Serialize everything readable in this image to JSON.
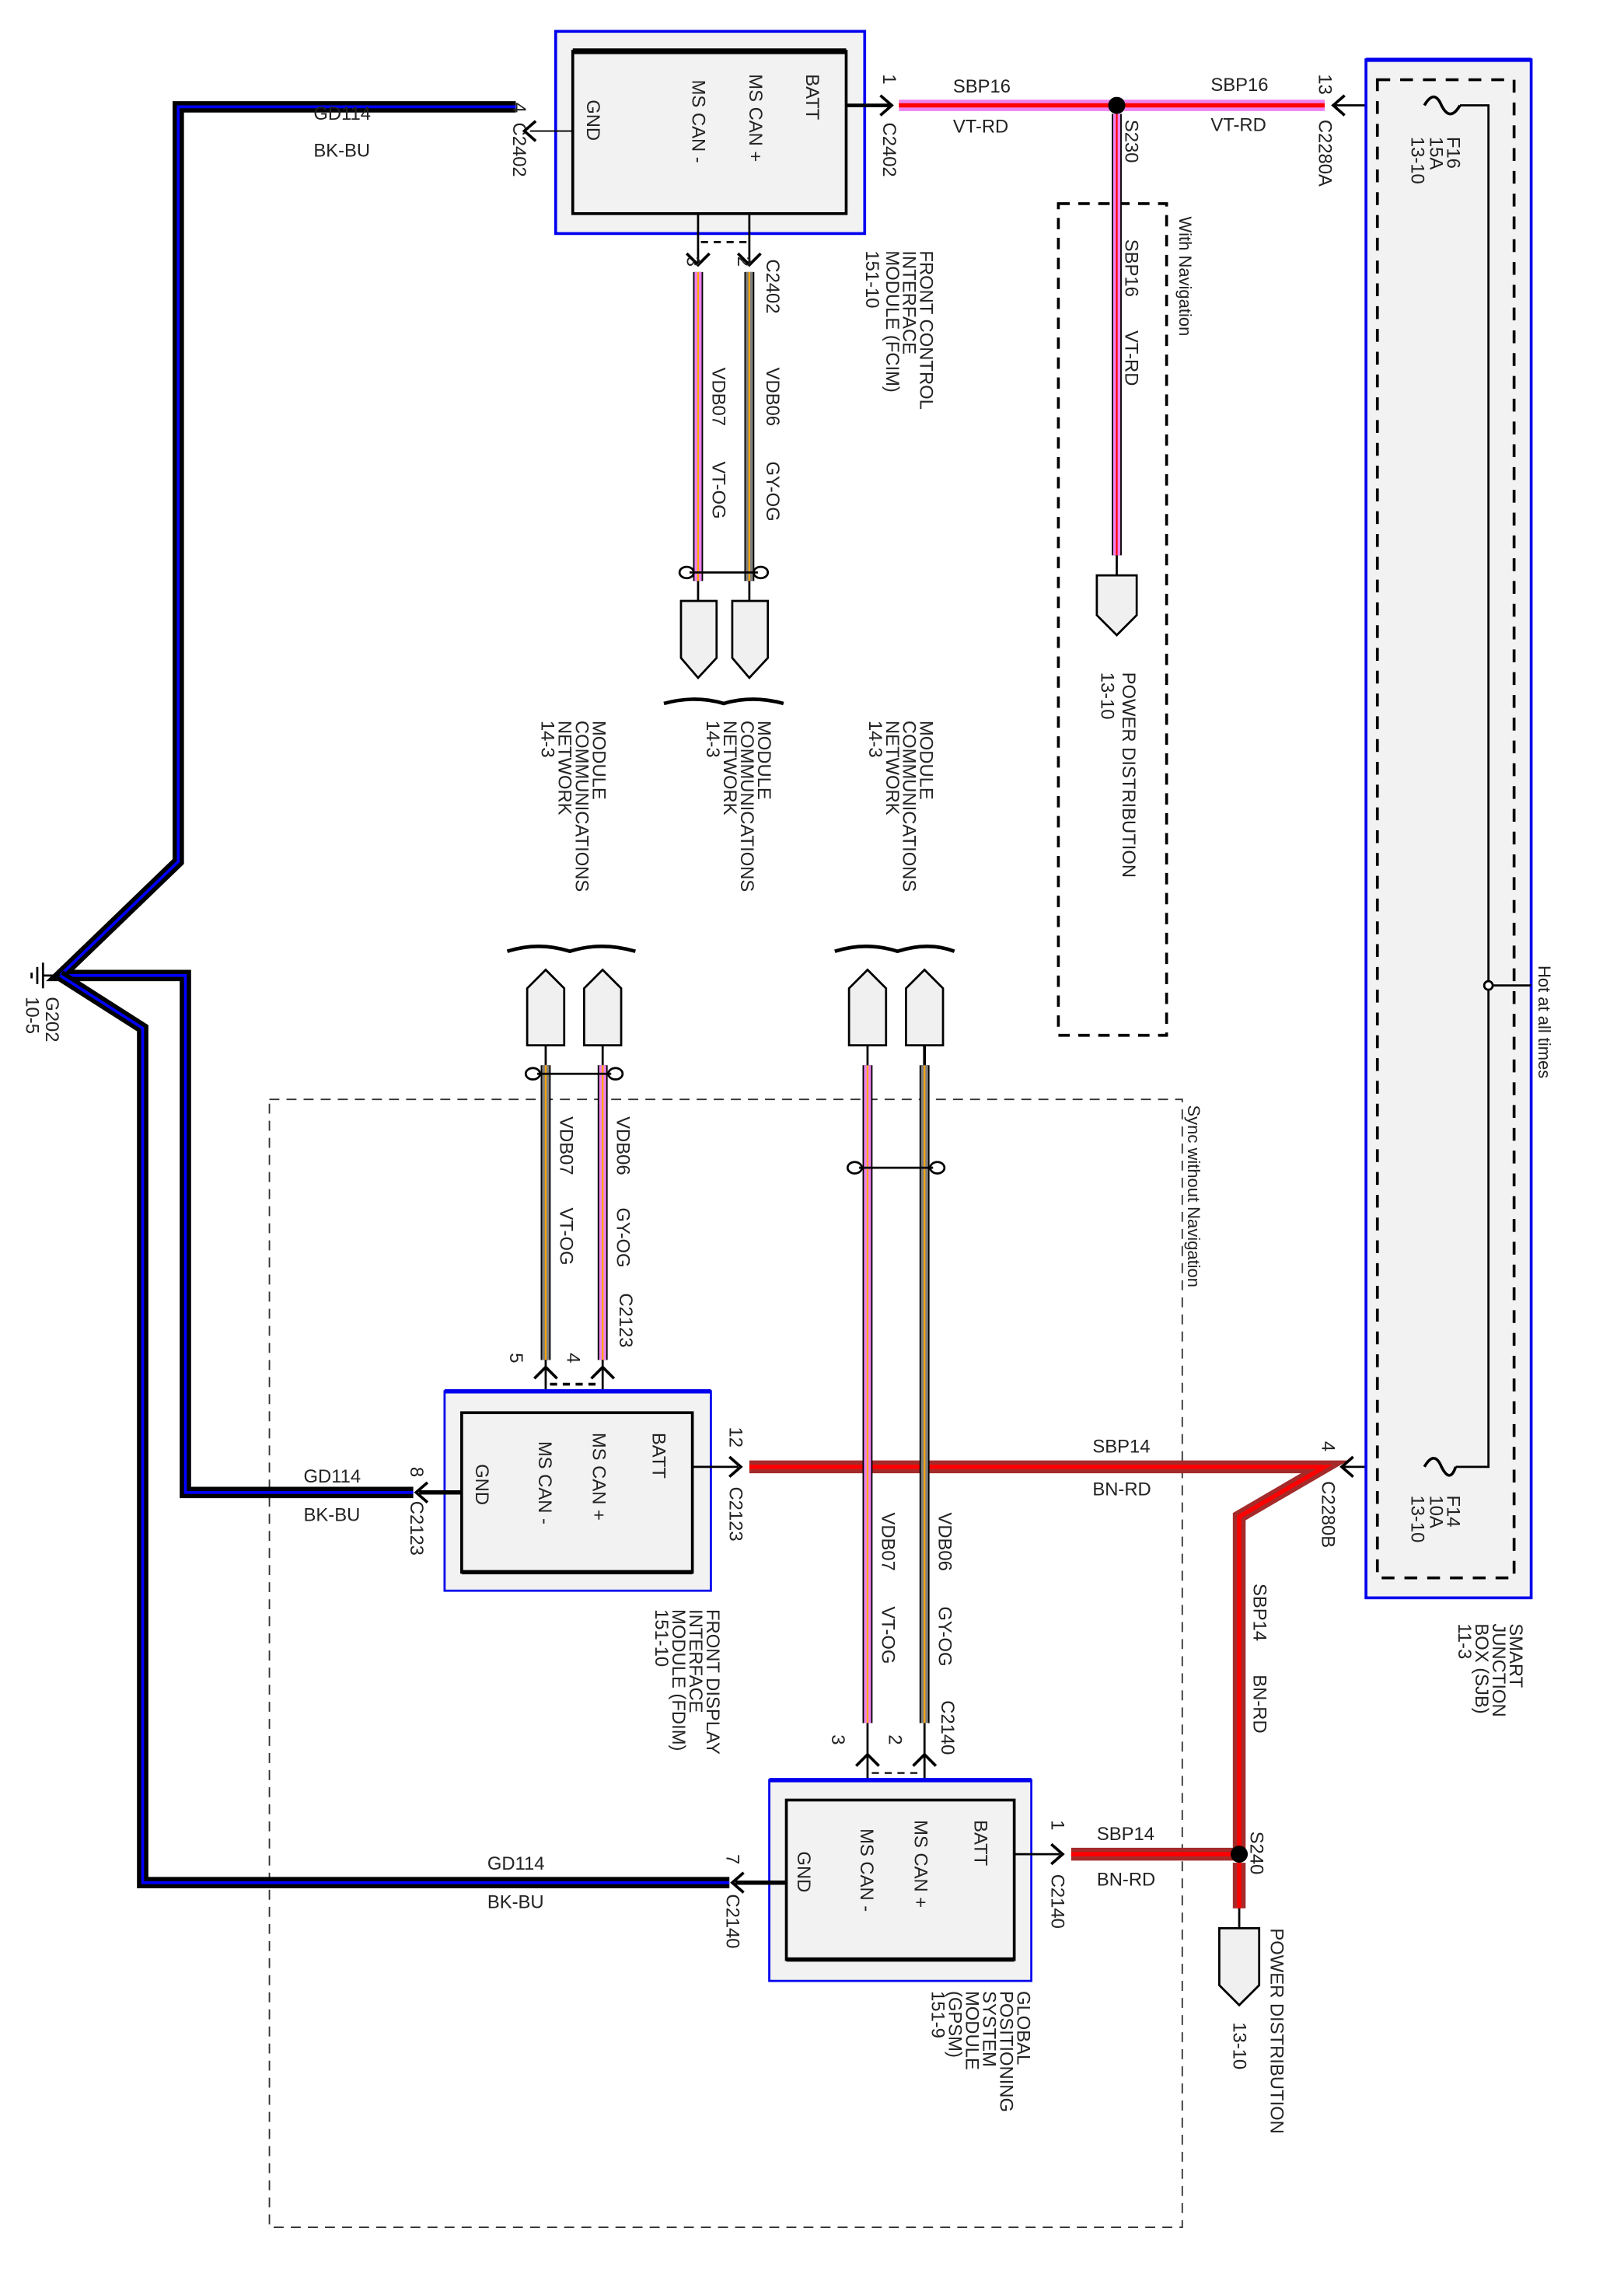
{
  "colors": {
    "module_border": "#0000ee",
    "module_fill": "#f2f2f2",
    "vt": "#ee82ee",
    "rd": "#ff0000",
    "bn": "#a52a2a",
    "gy": "#808080",
    "og": "#ffa500",
    "bk": "#000000",
    "bu": "#0000ff"
  },
  "modules": {
    "fcim": {
      "pins": [
        "BATT",
        "MS CAN +",
        "MS CAN -",
        "GND"
      ],
      "name_lines": [
        "FRONT CONTROL",
        "INTERFACE",
        "MODULE (FCIM)",
        "151-10"
      ]
    },
    "fdim": {
      "pins": [
        "BATT",
        "MS CAN +",
        "MS CAN -",
        "GND"
      ],
      "name_lines": [
        "FRONT DISPLAY",
        "INTERFACE",
        "MODULE (FDIM)",
        "151-10"
      ]
    },
    "gpsm": {
      "pins": [
        "BATT",
        "MS CAN +",
        "MS CAN -",
        "GND"
      ],
      "name_lines": [
        "GLOBAL",
        "POSITIONING",
        "SYSTEM",
        "MODULE",
        "(GPSM)",
        "151-9"
      ]
    },
    "sjb": {
      "name_lines": [
        "SMART",
        "JUNCTION",
        "BOX (SJB)",
        "11-3"
      ],
      "hot_label": "Hot at all times",
      "fuses": [
        {
          "id": "F16",
          "rating": "15A",
          "ref": "13-10"
        },
        {
          "id": "F14",
          "rating": "10A",
          "ref": "13-10"
        }
      ]
    }
  },
  "wires": {
    "gd114_fcim": {
      "circuit": "GD114",
      "color": "BK-BU",
      "pin": "4",
      "connector": "C2402"
    },
    "gd114_fdim": {
      "circuit": "GD114",
      "color": "BK-BU",
      "pin": "8",
      "connector": "C2123"
    },
    "gd114_gpsm": {
      "circuit": "GD114",
      "color": "BK-BU",
      "pin": "7",
      "connector": "C2140"
    },
    "sbp16_a": {
      "circuit": "SBP16",
      "color": "VT-RD",
      "pin": "1",
      "connector": "C2402"
    },
    "sbp16_b": {
      "circuit": "SBP16",
      "color": "VT-RD",
      "pin": "13",
      "connector": "C2280A"
    },
    "sbp16_nav": {
      "circuit": "SBP16",
      "color": "VT-RD"
    },
    "sbp14_fdim": {
      "circuit": "SBP14",
      "color": "BN-RD",
      "pin": "12",
      "connector": "C2123"
    },
    "sbp14_sjb": {
      "pin": "4",
      "connector": "C2280B"
    },
    "sbp14_vert": {
      "circuit": "SBP14",
      "color": "BN-RD"
    },
    "sbp14_gpsm": {
      "circuit": "SBP14",
      "color": "BN-RD",
      "pin": "1",
      "connector": "C2140"
    },
    "fcim_can": [
      {
        "circuit": "VDB06",
        "color": "GY-OG",
        "pin": "2",
        "connector": "C2402"
      },
      {
        "circuit": "VDB07",
        "color": "VT-OG",
        "pin": "3"
      }
    ],
    "fdim_can": [
      {
        "circuit": "VDB06",
        "color": "GY-OG",
        "pin": "4",
        "connector": "C2123"
      },
      {
        "circuit": "VDB07",
        "color": "VT-OG",
        "pin": "5"
      }
    ],
    "gpsm_can": [
      {
        "circuit": "VDB06",
        "color": "GY-OG",
        "pin": "2",
        "connector": "C2140"
      },
      {
        "circuit": "VDB07",
        "color": "VT-OG",
        "pin": "3"
      }
    ]
  },
  "splices": {
    "s230": "S230",
    "s240": "S240"
  },
  "ground": {
    "id": "G202",
    "ref": "10-5"
  },
  "references": {
    "mcn_1": [
      "MODULE",
      "COMMUNICATIONS",
      "NETWORK",
      "14-3"
    ],
    "mcn_2": [
      "MODULE",
      "COMMUNICATIONS",
      "NETWORK",
      "14-3"
    ],
    "mcn_3": [
      "MODULE",
      "COMMUNICATIONS",
      "NETWORK",
      "14-3"
    ],
    "pd_nav": [
      "POWER DISTRIBUTION",
      "13-10"
    ],
    "pd_s240": [
      "POWER DISTRIBUTION",
      "13-10"
    ]
  },
  "options": {
    "with_nav": "With Navigation",
    "sync_without_nav": "Sync without Navigation"
  }
}
